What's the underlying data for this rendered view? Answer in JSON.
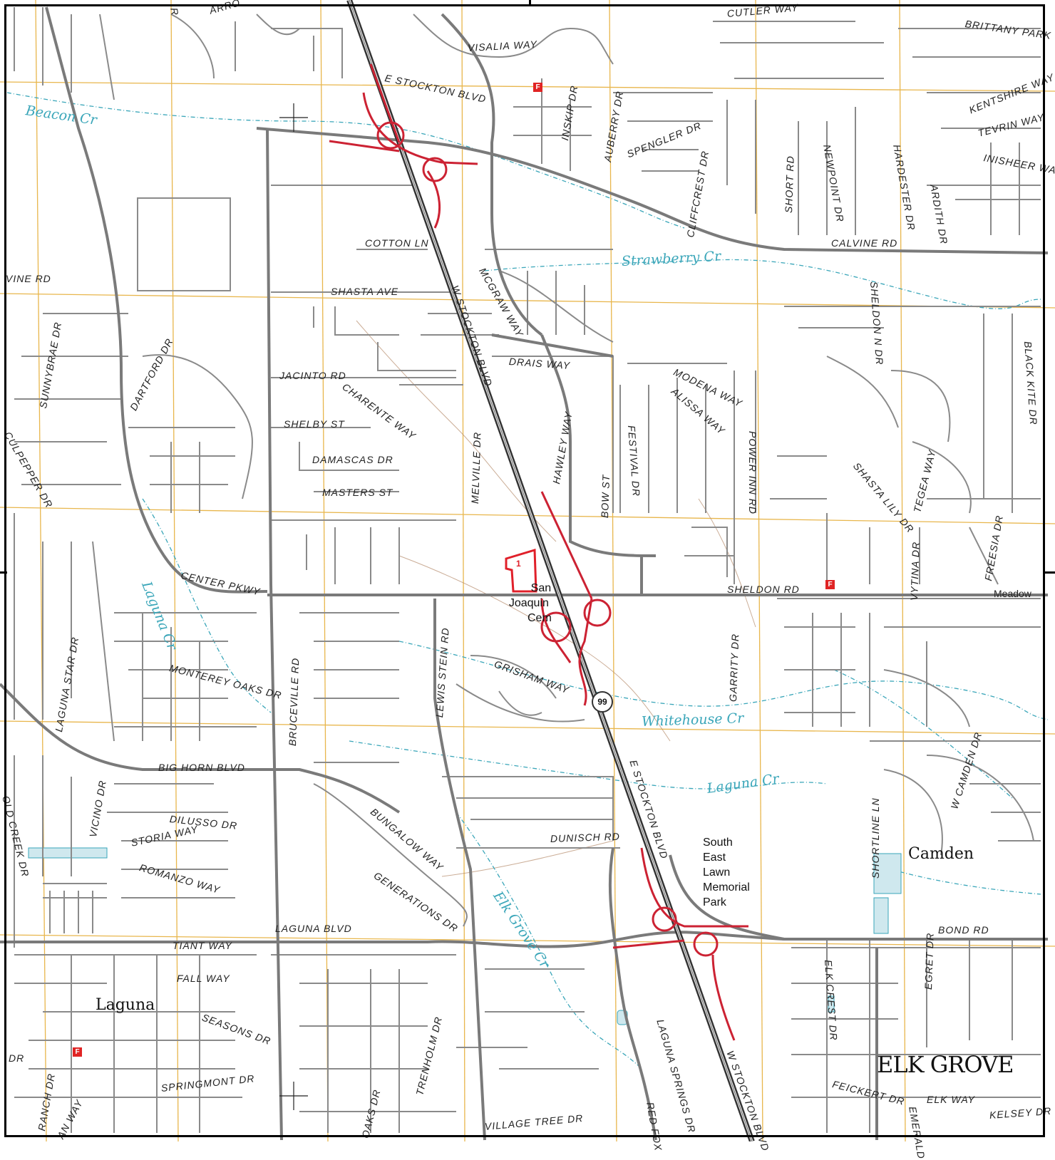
{
  "map": {
    "roads": {
      "visalia": "VISALIA WAY",
      "cutler": "CUTLER WAY",
      "brittany": "BRITTANY PARK",
      "kentshire": "KENTSHIRE WAY",
      "tevrin": "TEVRIN WAY",
      "inisheer": "INISHEER WAY",
      "e_stockton_top": "E STOCKTON BLVD",
      "inskip": "INSKIP DR",
      "aubery": "AUBERRY DR",
      "spengler": "SPENGLER DR",
      "cliffcrest": "CLIFFCREST DR",
      "short_rd": "SHORT RD",
      "newpoint": "NEWPOINT DR",
      "hardester": "HARDESTER DR",
      "ardith": "ARDITH DR",
      "calvine": "CALVINE RD",
      "cotton": "COTTON LN",
      "shasta_ave": "SHASTA AVE",
      "mcgraw": "MCGRAW WAY",
      "w_stockton_mid": "W STOCKTON BLVD",
      "sheldon_n": "SHELDON N DR",
      "black_kite": "BLACK KITE DR",
      "drais": "DRAIS WAY",
      "modena": "MODENA WAY",
      "alissa": "ALISSA WAY",
      "jacinto": "JACINTO RD",
      "charente": "CHARENTE WAY",
      "shelby": "SHELBY ST",
      "damascas": "DAMASCAS DR",
      "masters": "MASTERS ST",
      "melville": "MELVILLE DR",
      "hawley": "HAWLEY WAY",
      "bow": "BOW ST",
      "festival": "FESTIVAL DR",
      "power_inn": "POWER INN RD",
      "shasta_lily": "SHASTA LILY DR",
      "tegea": "TEGEA WAY",
      "sunnybrae": "SUNNYBRAE DR",
      "dartford": "DARTFORD DR",
      "culpepper": "CULPEPPER DR",
      "vine_rd": "VINE RD",
      "center_pkwy": "CENTER PKWY",
      "sheldon_rd": "SHELDON RD",
      "vytina": "VYTINA DR",
      "freesia": "FREESIA DR",
      "meadow": "Meadow",
      "lewis_stein": "LEWIS STEIN RD",
      "bruceville": "BRUCEVILLE RD",
      "grisham": "GRISHAM WAY",
      "garrity": "GARRITY DR",
      "laguna_star": "LAGUNA STAR DR",
      "monterey_oaks": "MONTEREY OAKS DR",
      "big_horn": "BIG HORN BLVD",
      "e_stockton_low": "E STOCKTON BLVD",
      "w_camden": "W CAMDEN DR",
      "old_creek": "OLD CREEK DR",
      "vicino": "VICINO DR",
      "dilusso": "DILUSSO DR",
      "storia": "STORIA WAY",
      "romanzo": "ROMANZO WAY",
      "bungalow": "BUNGALOW WAY",
      "generations": "GENERATIONS DR",
      "dunisch": "DUNISCH RD",
      "shortline": "SHORTLINE LN",
      "laguna_blvd": "LAGUNA BLVD",
      "bond": "BOND RD",
      "tiant": "TIANT WAY",
      "fall": "FALL WAY",
      "seasons": "SEASONS DR",
      "springmont": "SPRINGMONT DR",
      "trenholm": "TRENHOLM DR",
      "oaks_dr": "OAKS DR",
      "ranch_dr": "RANCH DR",
      "an_way": "AN WAY",
      "dr_left": "DR",
      "laguna_springs": "LAGUNA SPRINGS DR",
      "red_fox": "RED FOX",
      "w_stockton_low": "W STOCKTON BLVD",
      "elk_crest": "ELK CREST DR",
      "egret": "EGRET DR",
      "feickert": "FEICKERT DR",
      "elk_way": "ELK WAY",
      "emerald": "EMERALD",
      "kelsey": "KELSEY DR",
      "village_tree": "VILLAGE TREE DR",
      "arro": "ARRO",
      "top_r": "R"
    },
    "water": {
      "beacon": "Beacon Cr",
      "strawberry": "Strawberry Cr",
      "laguna_cr_w": "Laguna Cr",
      "whitehouse": "Whitehouse Cr",
      "laguna_cr_e": "Laguna Cr",
      "elk_grove_cr": "Elk Grove Cr"
    },
    "places": {
      "camden": "Camden",
      "laguna": "Laguna",
      "elk_grove": "ELK GROVE"
    },
    "cemeteries": {
      "san_joaquin": [
        "San",
        "Joaquin",
        "Cem"
      ],
      "south_east_lawn": [
        "South",
        "East",
        "Lawn",
        "Memorial",
        "Park"
      ]
    },
    "route_shield": "99",
    "parcel_label": "1",
    "fire_station": "F",
    "colors": {
      "road": "#8a8a8a",
      "highway": "#333333",
      "ramp": "#cc2233",
      "water": "#3aa6b9",
      "grid": "#e8b64c",
      "contour": "#b58a6a",
      "parcel": "#e0202a"
    }
  }
}
